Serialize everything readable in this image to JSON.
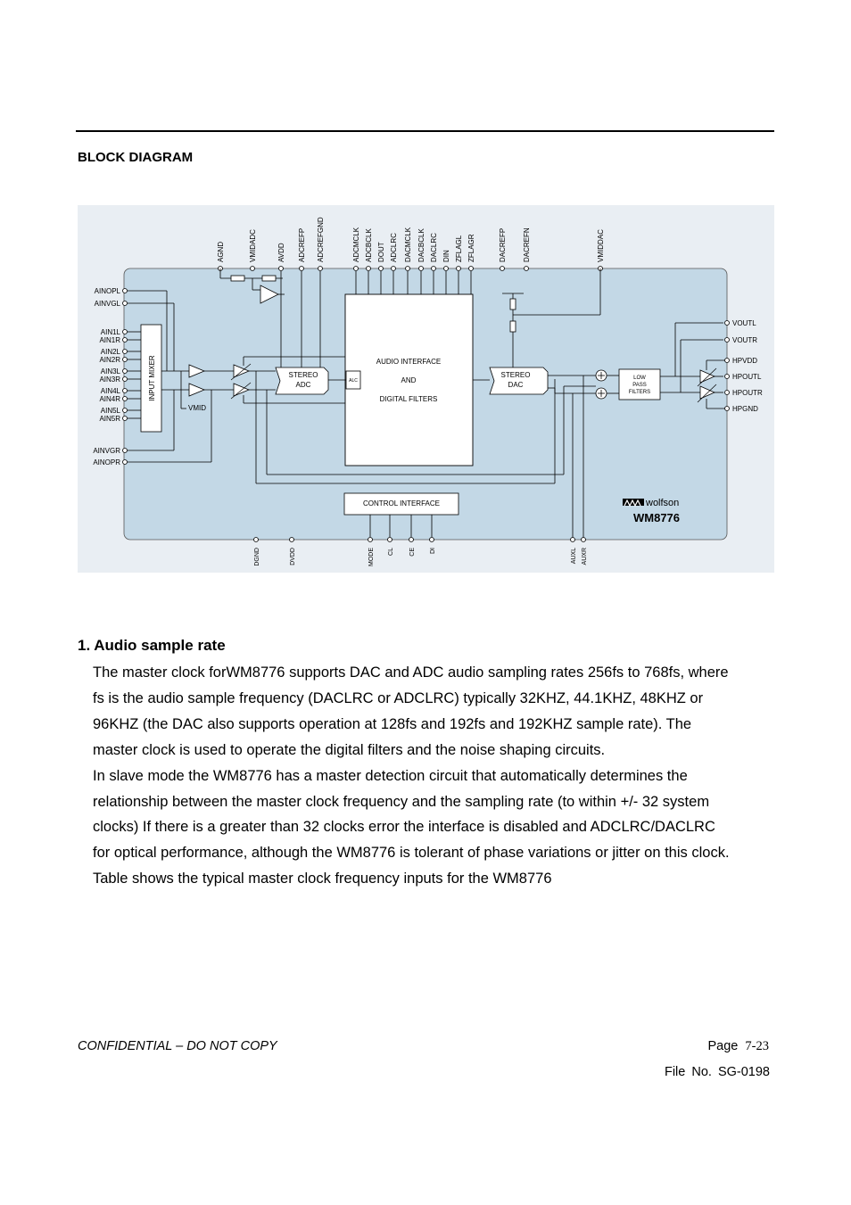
{
  "section_title": "BLOCK DIAGRAM",
  "diagram": {
    "top_pins": [
      "AGND",
      "VMIDADC",
      "AVDD",
      "ADCREFP",
      "ADCREFGND",
      "ADCMCLK",
      "ADCBCLK",
      "DOUT",
      "ADCLRC",
      "DACMCLK",
      "DACBCLK",
      "DACLRC",
      "DIN",
      "ZFLAGL",
      "ZFLAGR",
      "DACREFP",
      "DACREFN",
      "VMIDDAC"
    ],
    "left_pins": [
      "AINOPL",
      "AINVGL",
      "AIN1L",
      "AIN1R",
      "AIN2L",
      "AIN2R",
      "AIN3L",
      "AIN3R",
      "AIN4L",
      "AIN4R",
      "AIN5L",
      "AIN5R",
      "AINVGR",
      "AINOPR"
    ],
    "right_pins": [
      "VOUTL",
      "VOUTR",
      "HPVDD",
      "HPOUTL",
      "HPOUTR",
      "HPGND"
    ],
    "bottom_pins": [
      "DGND",
      "DVDD",
      "MODE",
      "CL",
      "CE",
      "DI",
      "AUXL",
      "AUXR"
    ],
    "input_mixer": "INPUT MIXER",
    "vmid": "VMID",
    "stereo_adc": [
      "STEREO",
      "ADC"
    ],
    "alc": "ALC",
    "audio_interface": [
      "AUDIO INTERFACE",
      "AND",
      "DIGITAL FILTERS"
    ],
    "stereo_dac": [
      "STEREO",
      "DAC"
    ],
    "low_pass": [
      "LOW",
      "PASS",
      "FILTERS"
    ],
    "control_interface": "CONTROL INTERFACE",
    "brand": "wolfson",
    "part": "WM8776"
  },
  "section": {
    "heading": "1. Audio sample rate",
    "lines": [
      "The master clock forWM8776 supports DAC and ADC audio sampling rates 256fs to 768fs, where",
      "fs is the audio sample frequency (DACLRC or ADCLRC) typically 32KHZ, 44.1KHZ, 48KHZ or",
      "96KHZ (the DAC also supports operation at 128fs and 192fs and 192KHZ sample rate). The",
      "master clock is used to operate the digital filters and the noise shaping circuits.",
      "In slave mode the WM8776 has a master detection circuit that automatically determines the",
      "relationship between the master clock frequency and the sampling rate (to within +/- 32 system",
      "clocks) If there is a greater than 32 clocks error the interface is disabled and ADCLRC/DACLRC",
      "for optical performance, although the WM8776 is tolerant of phase variations or jitter on this clock.",
      "Table shows the typical master clock frequency inputs for the WM8776"
    ]
  },
  "footer": {
    "confidential": "CONFIDENTIAL – DO NOT COPY",
    "page_label": "Page",
    "page_number": "7-23",
    "file": "File  No.  SG-0198"
  }
}
